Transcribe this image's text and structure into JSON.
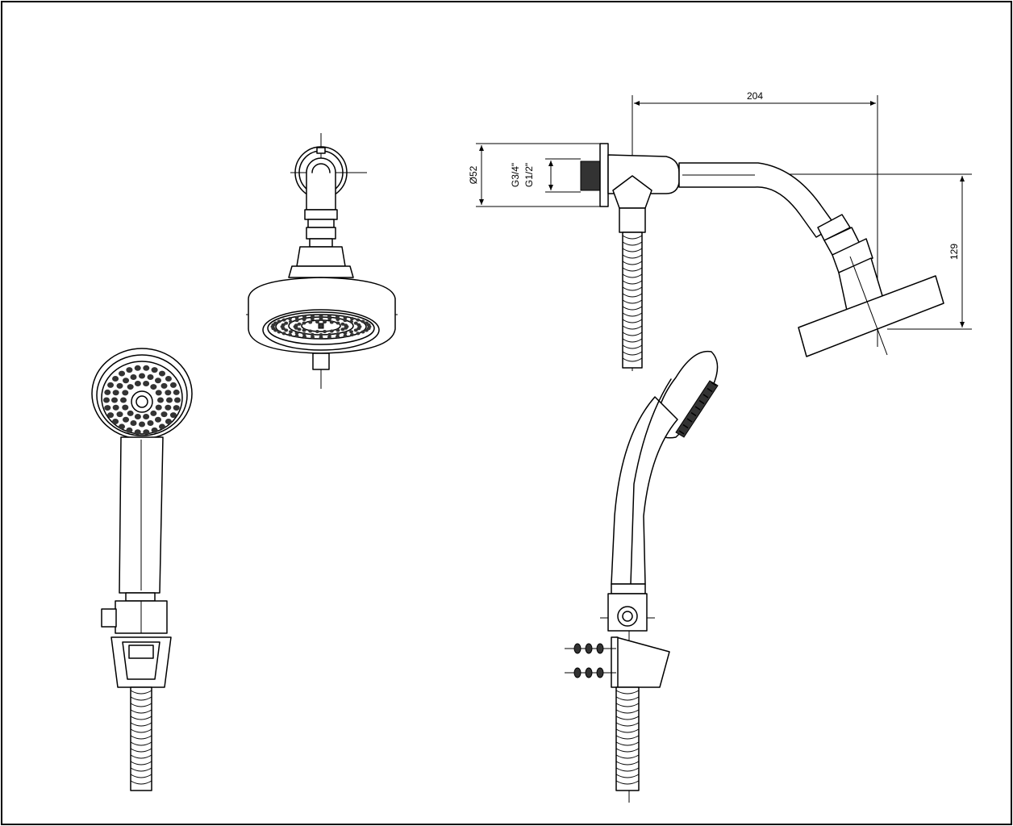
{
  "dimensions": {
    "width_label": "204",
    "height_label": "129",
    "flange_diameter_label": "Ø52",
    "thread_outer_label": "G3/4\"",
    "thread_inner_label": "G1/2\""
  },
  "views": [
    "overhead-shower-front-view",
    "overhead-shower-side-view",
    "hand-shower-front-view",
    "hand-shower-side-view"
  ]
}
